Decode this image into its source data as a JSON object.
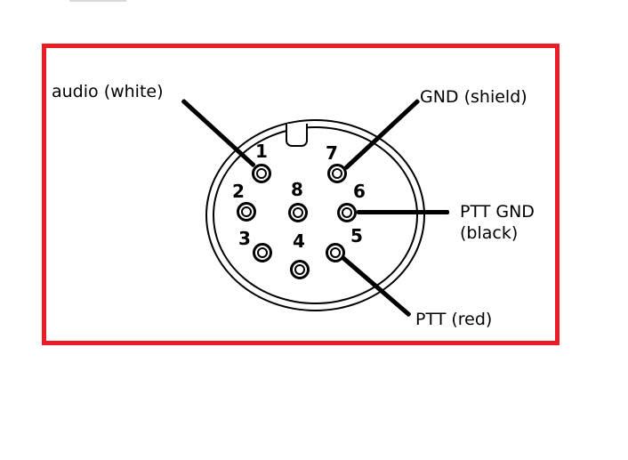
{
  "colors": {
    "frame_red": "#ed1c24",
    "line_black": "#000000",
    "background": "#ffffff"
  },
  "connector": {
    "pins": [
      {
        "number": "1",
        "wire": "audio (white)"
      },
      {
        "number": "2",
        "wire": ""
      },
      {
        "number": "3",
        "wire": ""
      },
      {
        "number": "4",
        "wire": ""
      },
      {
        "number": "5",
        "wire": "PTT (red)"
      },
      {
        "number": "6",
        "wire": "PTT GND (black)"
      },
      {
        "number": "7",
        "wire": "GND (shield)"
      },
      {
        "number": "8",
        "wire": ""
      }
    ]
  },
  "labels": {
    "audio": "audio (white)",
    "gnd": "GND (shield)",
    "ptt_gnd_line1": "PTT GND",
    "ptt_gnd_line2": "(black)",
    "ptt": "PTT (red)"
  }
}
